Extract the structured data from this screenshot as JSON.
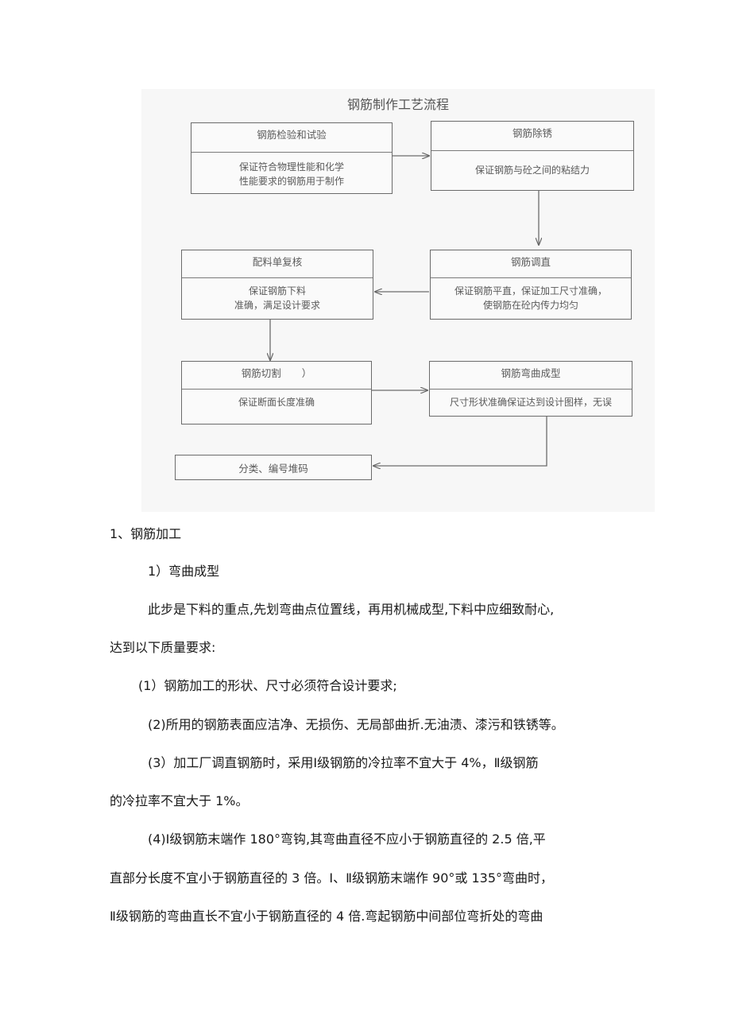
{
  "figure": {
    "title": "钢筋制作工艺流程",
    "boxes": {
      "inspect": {
        "head": "钢筋检验和试验",
        "body": "保证符合物理性能和化学\n性能要求的钢筋用于制作"
      },
      "derust": {
        "head": "钢筋除锈",
        "body": "保证钢筋与砼之间的粘结力"
      },
      "straighten": {
        "head": "钢筋调直",
        "body": "保证钢筋平直，保证加工尺寸准确，\n使钢筋在砼内传力均匀"
      },
      "recheck": {
        "head": "配料单复核",
        "body": "保证钢筋下料\n准确，满足设计要求"
      },
      "cut": {
        "head": "钢筋切割",
        "mark": "）",
        "body": "保证断面长度准确"
      },
      "bend": {
        "head": "钢筋弯曲成型",
        "body": "尺寸形状准确保证达到设计图样，无误"
      },
      "stack": {
        "label": "分类、编号堆码"
      }
    }
  },
  "content": {
    "section_heading": "1、钢筋加工",
    "sub_heading": "1）弯曲成型",
    "p1_line1": "此步是下料的重点,先划弯曲点位置线，再用机械成型,下料中应细致耐心,",
    "p1_line2": "达到以下质量要求:",
    "item1": "(1）钢筋加工的形状、尺寸必须符合设计要求;",
    "item2": "(2)所用的钢筋表面应洁净、无损伤、无局部曲折.无油渍、漆污和铁锈等。",
    "item3_line1": "(3）加工厂调直钢筋时，采用Ⅰ级钢筋的冷拉率不宜大于 4%，Ⅱ级钢筋",
    "item3_line2": "的冷拉率不宜大于 1%。",
    "item4_line1": "(4)Ⅰ级钢筋末端作 180°弯钩,其弯曲直径不应小于钢筋直径的 2.5 倍,平",
    "item4_line2": "直部分长度不宜小于钢筋直径的 3 倍。Ⅰ、Ⅱ级钢筋末端作 90°或 135°弯曲时，",
    "item4_line3": "Ⅱ级钢筋的弯曲直长不宜小于钢筋直径的 4 倍.弯起钢筋中间部位弯折处的弯曲"
  }
}
